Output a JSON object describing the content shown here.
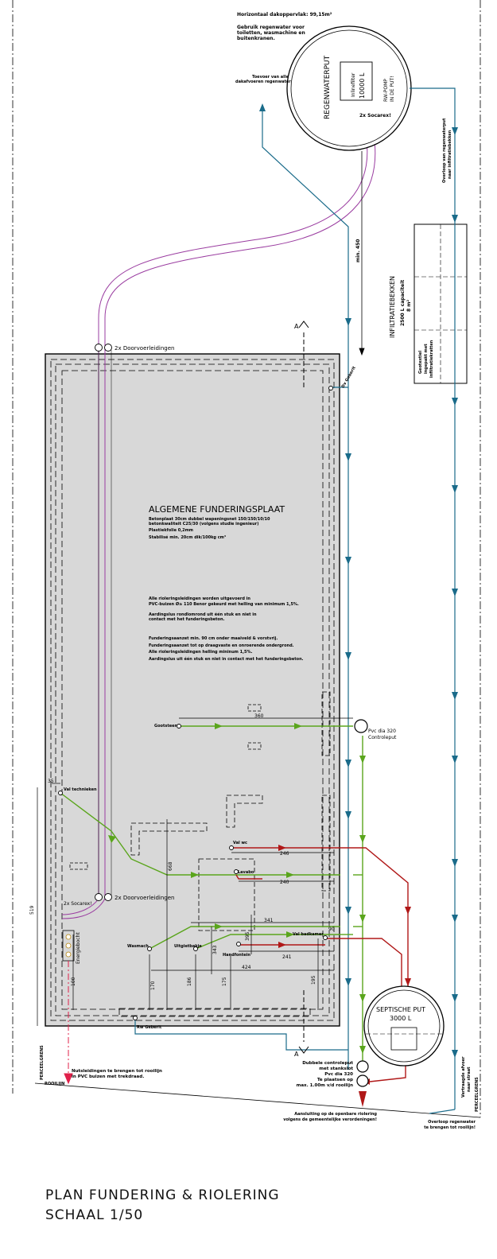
{
  "colors": {
    "background": "#ffffff",
    "slab_fill": "#d8d8d8",
    "rainwater_line": "#1a6b8a",
    "sewer_green": "#5aa51c",
    "sewer_red": "#b01818",
    "conduit_purple": "#9a3ca0",
    "utility_red": "#e0204a"
  },
  "title": {
    "line1": "PLAN FUNDERING & RIOLERING",
    "line2": "SCHAAL 1/50"
  },
  "rainwater_well": {
    "header1": "Horizontaal dakoppervlak: 99,15m²",
    "header2": "Gebruik regenwater voor",
    "header3": "toiletten, wasmachine en",
    "header4": "buitenkranen.",
    "name": "REGENWATERPUT",
    "filter_label": "Inlinefilter",
    "capacity": "10000 L",
    "pump_line1": "RW-POMP",
    "pump_line2": "IN DE PUT!",
    "socarex": "2x Socarex!",
    "supply_line1": "Toevoer van alle",
    "supply_line2": "dakafvoeren regenwater",
    "overflow_line1": "Overloop van regenwaterput",
    "overflow_line2": "naar infiltratiebekken",
    "min450": "min. 450"
  },
  "infiltration": {
    "name": "INFILTRATIEBEKKEN",
    "capacity": "2500 L capaciteit",
    "area": "8 m²",
    "note1": "Geotextiel",
    "note2": "ingepakt met",
    "note3": "infiltratiekratten"
  },
  "slab": {
    "title": "ALGEMENE FUNDERINGSPLAAT",
    "spec1": "Betonplaat 30cm dubbel wapeningsnet 150/150/10/10",
    "spec2": "betonkwaliteit C25/30 (volgens studie ingenieur)",
    "spec3": "Plastiekfolie 0,2mm",
    "spec4": "Stabilisé min. 20cm dik/100kg cm³",
    "note1": "Alle rioleringsleidingen worden uitgevoerd in",
    "note2": "PVC-buizen Ø≥ 110 Benor gekeurd met helling van minimum 1,5%.",
    "note3": "Aardingslus rondlomrond uit één stuk en niet in",
    "note4": "contact met het funderingsbeton.",
    "note5": "Funderingsaanzet min. 90 cm onder maaiveld & vorstvrij.",
    "note6": "Funderingsaanzet tot op draagvaste en onroerende ondergrond.",
    "note7": "Alle rioleringsleidingen helling mininum 1,5%.",
    "note8": "Aardingslus uit één stuk en niet in contact met het funderingsbeton."
  },
  "labels": {
    "doorvoer": "2x Doorvoerleidingen",
    "socarex": "2x Socarex!",
    "dv_geberit": "Dv Geberit",
    "rw_geberit": "Rw Geberit",
    "section_a": "A",
    "gootsteen": "Gootsteen",
    "val_technieken": "Val technieken",
    "val_wc": "Val wc",
    "lavabo": "Lavabo",
    "val_badkamer": "Val badkamer",
    "wasmach": "Wasmach",
    "uitgietbakje": "Uitgietbakje",
    "handfontein": "Handfontein",
    "energiebocht": "Energiebocht",
    "pvc_dia_320": "Pvc dia 320",
    "controleput": "Controleput",
    "septic_name": "SEPTISCHE PUT",
    "septic_capacity": "3000 L",
    "dubbele1": "Dubbele controleput",
    "dubbele2": "met stankslot",
    "dubbele3": "Pvc dia 320",
    "dubbele4": "Te plaatsen op",
    "dubbele5": "max. 1.00m v/d rooilijn",
    "aansluiting1": "Aansluiting op de openbare riolering",
    "aansluiting2": "volgens de gemeentelijke verordeningen!",
    "nuts1": "Nutsleidingen te brengen tot rooilijn",
    "nuts2": "in PVC buizen met trekdraad.",
    "perceelgrens": "PERCEELGRENS",
    "rooilijn": "ROOILIJN",
    "overloop1": "Overloop regenwater",
    "overloop2": "te brengen tot rooilijn!",
    "vertraagde1": "Vertraagde afvoer",
    "vertraagde2": "naar straat"
  },
  "dimensions": {
    "d360": "360",
    "d35": "35",
    "d519": "519",
    "d668": "668",
    "d246": "246",
    "d240": "240",
    "d341": "341",
    "d241": "241",
    "d424": "424",
    "d90": "90",
    "d343": "343",
    "d395": "395",
    "d170": "170",
    "d186": "186",
    "d175": "175",
    "d195": "195",
    "d100": "100"
  }
}
